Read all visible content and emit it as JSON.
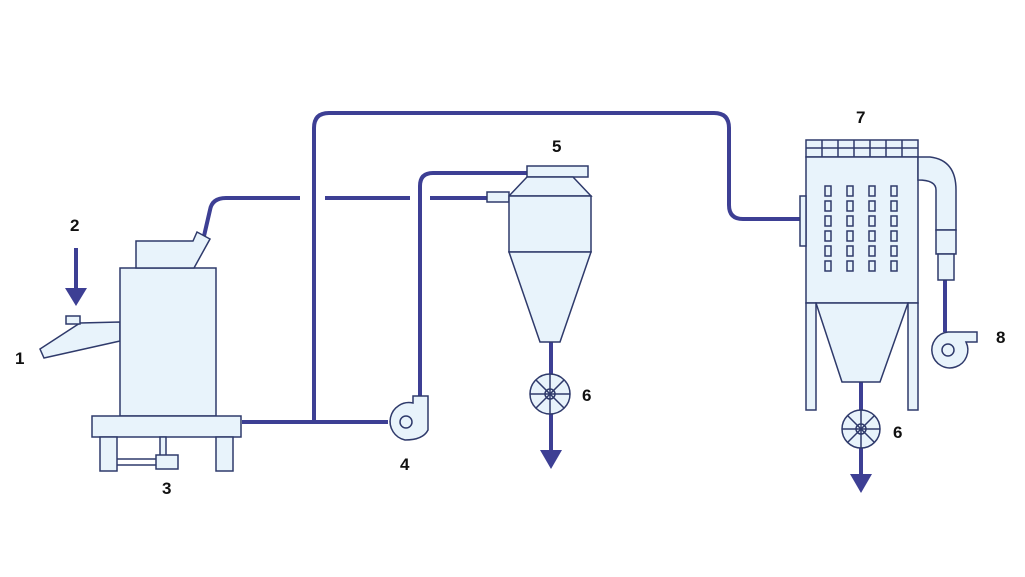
{
  "labels": {
    "feeder": "1",
    "material_inlet": "2",
    "mill_drive": "3",
    "fan": "4",
    "cyclone": "5",
    "rotary_valve_cyclone": "6",
    "rotary_valve_filter": "6",
    "bag_filter": "7",
    "exhaust_fan": "8"
  },
  "colors": {
    "pipe": "#3d3f94",
    "equipment_fill": "#e8f3fb",
    "equipment_stroke": "#2f3a6b"
  }
}
